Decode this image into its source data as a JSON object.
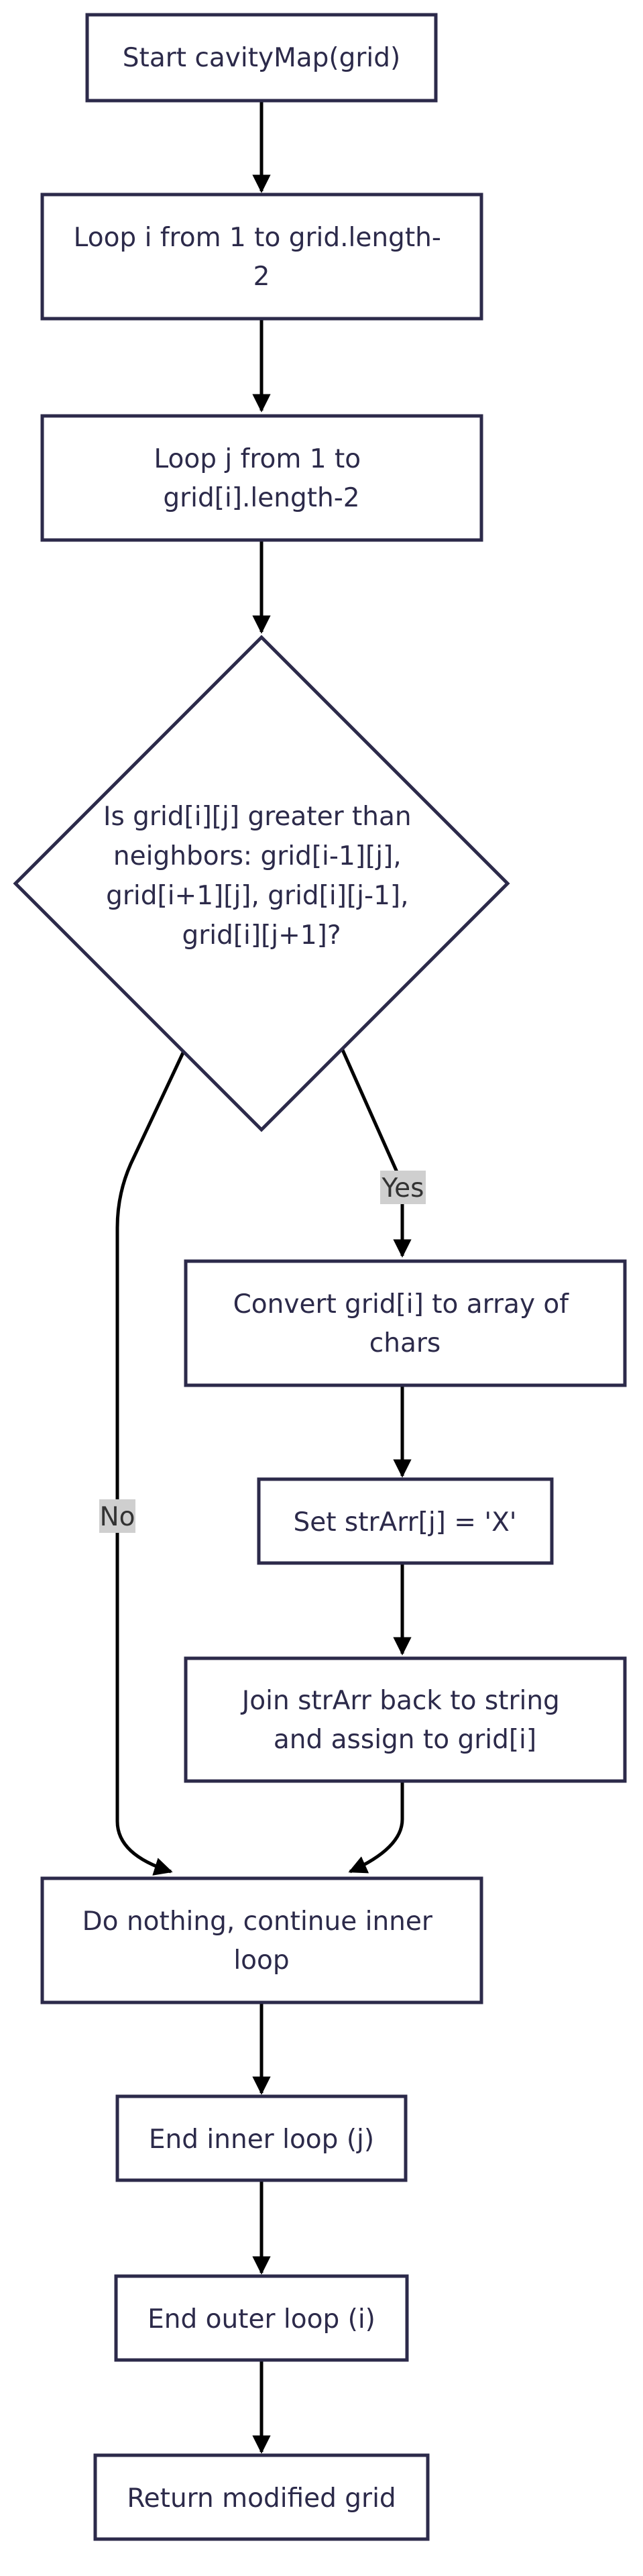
{
  "nodes": {
    "start": "Start cavityMap(grid)",
    "loop_i": [
      "Loop i from 1 to grid.length-",
      "2"
    ],
    "loop_j": [
      "Loop j from 1 to",
      "grid[i].length-2"
    ],
    "decision": [
      "Is grid[i][j] greater than",
      "neighbors: grid[i-1][j],",
      "grid[i+1][j], grid[i][j-1],",
      "grid[i][j+1]?"
    ],
    "convert": [
      "Convert grid[i] to array of",
      "chars"
    ],
    "set_x": "Set strArr[j] = 'X'",
    "join": [
      "Join strArr back to string",
      "and assign to grid[i]"
    ],
    "do_nothing": [
      "Do nothing, continue inner",
      "loop"
    ],
    "end_inner": "End inner loop (j)",
    "end_outer": "End outer loop (i)",
    "return": "Return modified grid"
  },
  "edges": {
    "yes_label": "Yes",
    "no_label": "No"
  },
  "colors": {
    "node_stroke": "#2c2a4a",
    "node_fill": "#ffffff",
    "edge": "#000000",
    "label_bg": "#cfcfcf"
  }
}
